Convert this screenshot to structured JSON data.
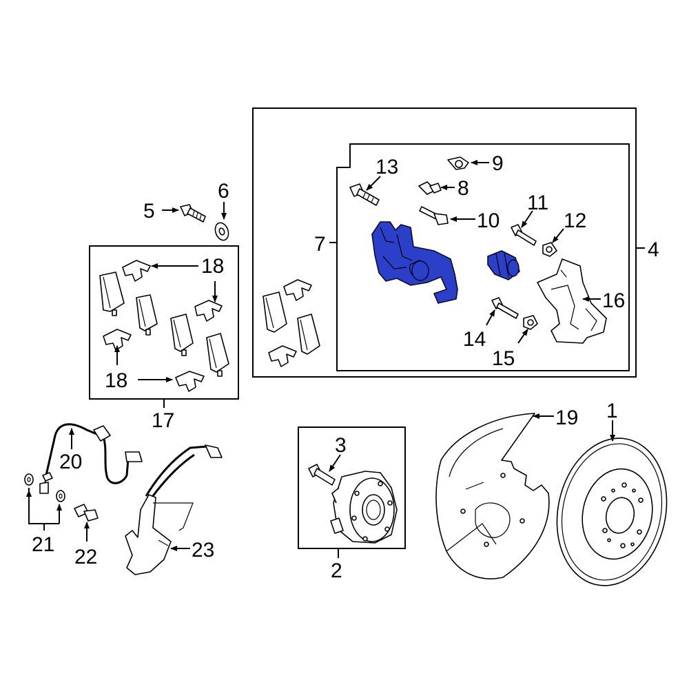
{
  "highlight_color": "#2b3fc9",
  "callouts": {
    "c1": "1",
    "c2": "2",
    "c3": "3",
    "c4": "4",
    "c5": "5",
    "c6": "6",
    "c7": "7",
    "c8": "8",
    "c9": "9",
    "c10": "10",
    "c11": "11",
    "c12": "12",
    "c13": "13",
    "c14": "14",
    "c15": "15",
    "c16": "16",
    "c17": "17",
    "c18a": "18",
    "c18b": "18",
    "c19": "19",
    "c20": "20",
    "c21": "21",
    "c22": "22",
    "c23": "23"
  }
}
